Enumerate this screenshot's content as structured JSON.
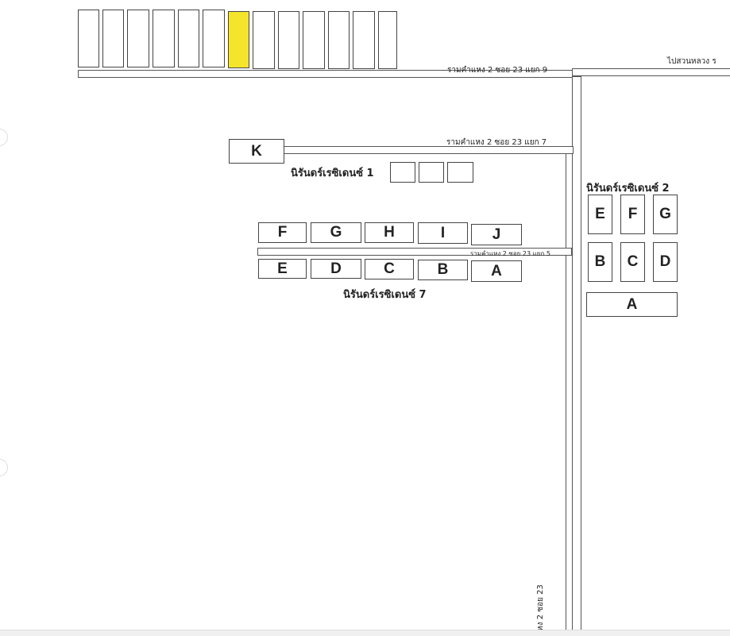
{
  "map": {
    "roads": {
      "soi23_9": "รามคำแหง 2 ซอย 23 แยก 9",
      "to_suanluang": "ไปสวนหลวง ร",
      "soi23_7": "รามคำแหง 2 ซอย 23 แยก 7",
      "soi23_5": "รามคำแหง 2 ซอย 23 แยก 5",
      "soi23": "หง 2 ซอย 23"
    },
    "buildings": {
      "residence_1": "นิรันดร์เรซิเดนซ์ 1",
      "residence_2": "นิรันดร์เรซิเดนซ์ 2",
      "residence_7": "นิรันดร์เรซิเดนซ์ 7"
    },
    "blocks": {
      "k": "K",
      "row_upper": [
        "F",
        "G",
        "H",
        "I",
        "J"
      ],
      "row_lower": [
        "E",
        "D",
        "C",
        "B",
        "A"
      ],
      "res2_top": [
        "E",
        "F",
        "G"
      ],
      "res2_mid": [
        "B",
        "C",
        "D"
      ],
      "res2_bottom": "A"
    },
    "highlight_color": "#f5e52a"
  }
}
